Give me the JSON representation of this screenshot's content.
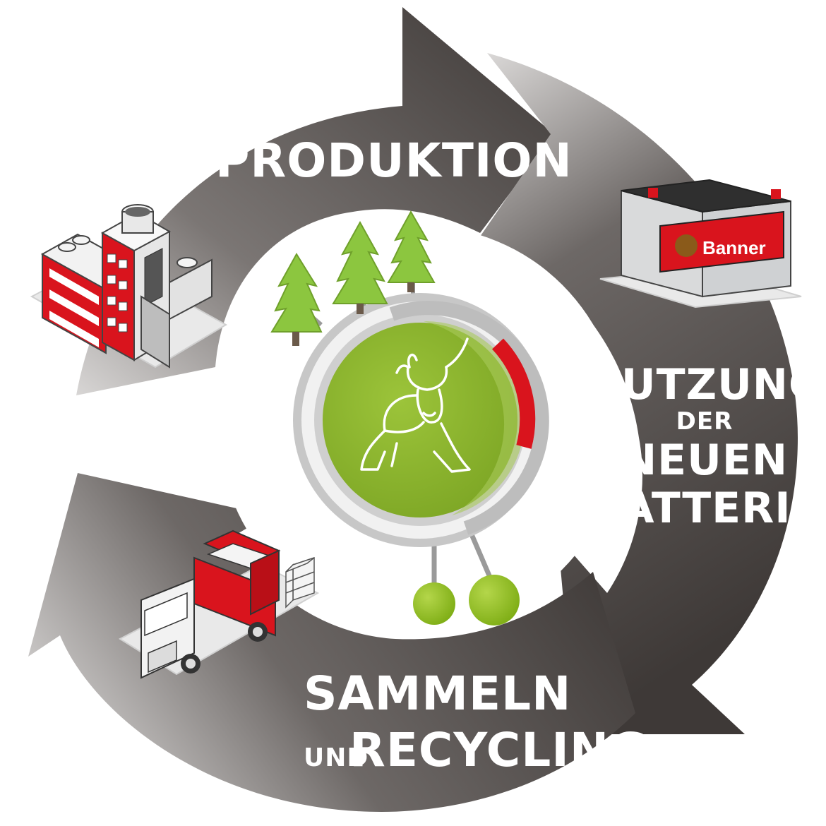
{
  "diagram": {
    "stage_produktion": {
      "label": "PRODUKTION"
    },
    "stage_nutzung": {
      "line1": "NUTZUNG",
      "line2": "DER",
      "line3": "NEUEN",
      "line4": "BATTERIE"
    },
    "stage_sammeln": {
      "line1": "SAMMELN",
      "line2_small": "UND",
      "line2_large": "RECYCLING"
    },
    "battery_brand": "Banner",
    "colors": {
      "ring": "#4a4543",
      "ring_light": "#c9c7c6",
      "accent_red": "#d9141d",
      "accent_green": "#8bb52e",
      "tree_green": "#8cc63f",
      "ball_green": "#95c11f"
    },
    "icons": {
      "factory": "factory-icon",
      "battery": "car-battery-icon",
      "truck": "recycling-truck-icon",
      "bull": "bull-icon",
      "trees": "pine-tree-icon"
    }
  }
}
